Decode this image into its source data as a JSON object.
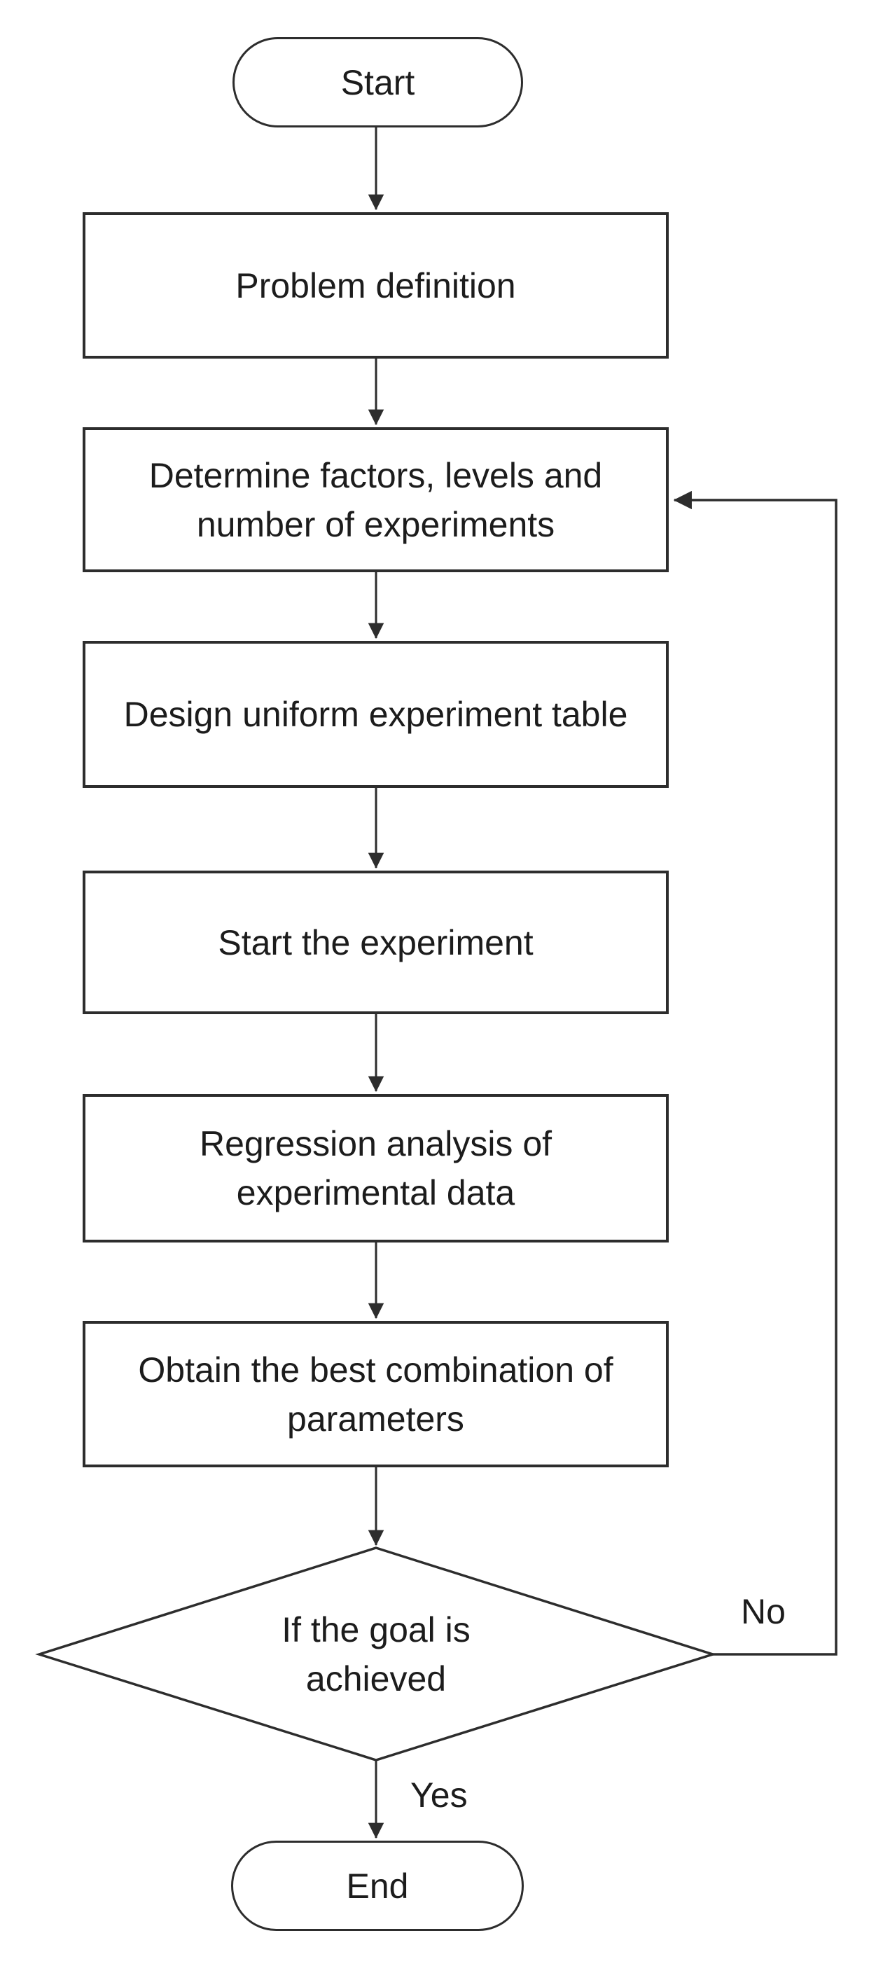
{
  "flowchart": {
    "colors": {
      "stroke": "#2d2d2d",
      "text": "#1c1c1c",
      "background": "#ffffff"
    },
    "nodes": {
      "start": {
        "type": "terminator",
        "label": "Start"
      },
      "problem_definition": {
        "type": "process",
        "label": "Problem definition"
      },
      "determine_factors": {
        "type": "process",
        "label": "Determine factors, levels and\nnumber of experiments"
      },
      "design_table": {
        "type": "process",
        "label": "Design uniform experiment table"
      },
      "start_experiment": {
        "type": "process",
        "label": "Start the experiment"
      },
      "regression_analysis": {
        "type": "process",
        "label": "Regression analysis of\nexperimental data"
      },
      "obtain_best": {
        "type": "process",
        "label": "Obtain the best combination of\nparameters"
      },
      "goal_decision": {
        "type": "decision",
        "label": "If the goal is\nachieved"
      },
      "end": {
        "type": "terminator",
        "label": "End"
      }
    },
    "edge_labels": {
      "yes": "Yes",
      "no": "No"
    }
  }
}
